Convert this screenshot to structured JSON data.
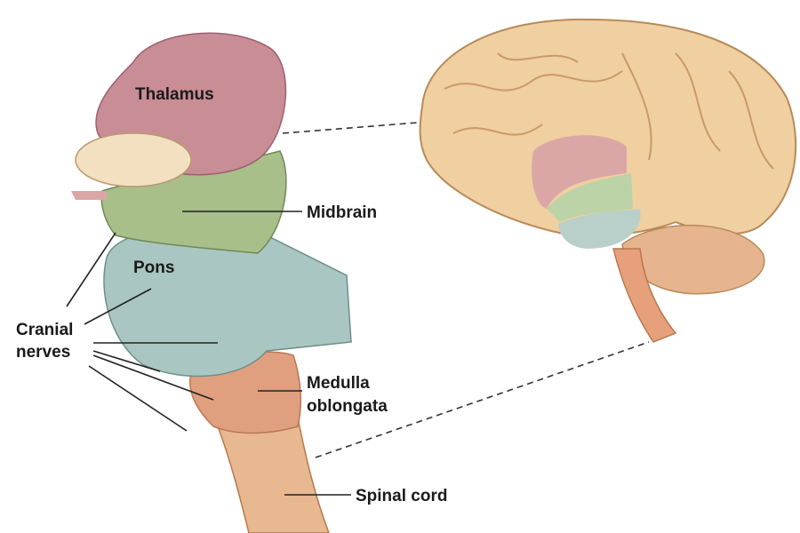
{
  "labels": {
    "thalamus": "Thalamus",
    "midbrain": "Midbrain",
    "pons": "Pons",
    "cranial_nerves_line1": "Cranial",
    "cranial_nerves_line2": "nerves",
    "medulla_line1": "Medulla",
    "medulla_line2": "oblongata",
    "spinal_cord": "Spinal cord"
  },
  "colors": {
    "thalamus": "#c98d96",
    "midbrain": "#a9bf8a",
    "pons": "#a9c6c2",
    "medulla": "#e0a080",
    "cortex": "#f0cfa0",
    "cerebellum": "#e6b48e"
  }
}
